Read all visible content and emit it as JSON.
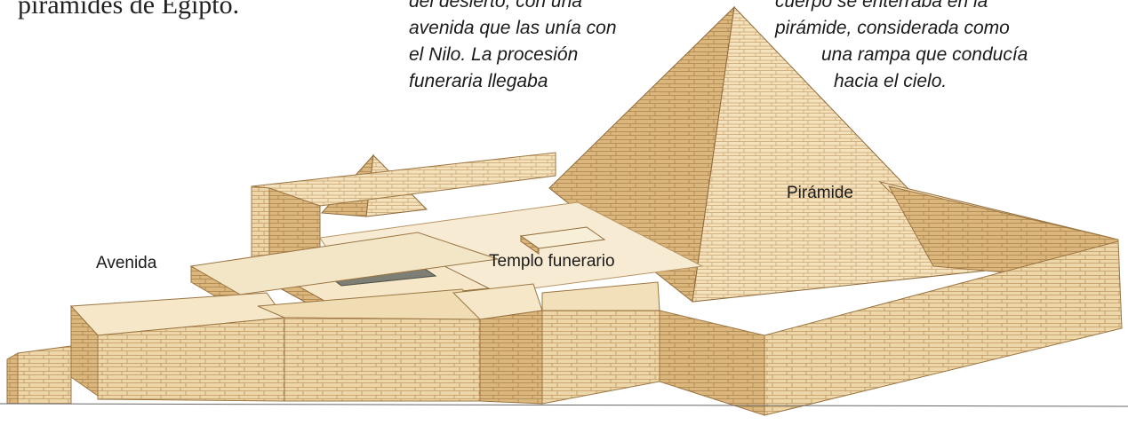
{
  "heading_fragment": "pirámides de Egipto.",
  "caption_left": {
    "lines": [
      "del desierto, con una",
      "avenida que las unía con",
      "el Nilo. La procesión",
      "funeraria llegaba"
    ]
  },
  "caption_right": {
    "lines": [
      "cuerpo se enterraba en la",
      "pirámide, considerada como",
      "una rampa que conducía",
      "hacia el cielo."
    ]
  },
  "labels": {
    "avenue": "Avenida",
    "temple": "Templo funerario",
    "pyramid": "Pirámide"
  },
  "colors": {
    "stone_light": "#f3e3bf",
    "stone_mid": "#e7cd98",
    "stone_dark": "#d2ab6c",
    "brick_line": "#b8925a",
    "floor": "#f7ecd3",
    "pool": "#7d7f74"
  }
}
